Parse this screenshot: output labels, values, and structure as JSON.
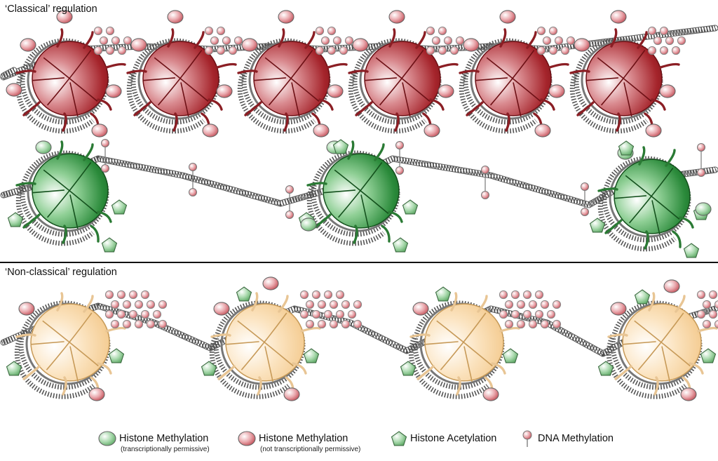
{
  "sections": [
    {
      "title": "‘Classical’ regulation",
      "rows": [
        "repressed",
        "active"
      ]
    },
    {
      "title": "‘Non-classical’ regulation",
      "rows": [
        "non-classical"
      ]
    }
  ],
  "rows": {
    "repressed": {
      "nucleosome_count": 6,
      "histone_color": "#a5242b",
      "tail_color": "#8b1e24",
      "marks": [
        "histone-methylation-not-permissive",
        "dna-methylation"
      ]
    },
    "active": {
      "nucleosome_count": 3,
      "histone_color": "#2a8a3a",
      "tail_color": "#2a7a34",
      "marks": [
        "histone-methylation-permissive",
        "histone-acetylation",
        "dna-methylation"
      ]
    },
    "non-classical": {
      "nucleosome_count": 4,
      "histone_color": "#f3c98d",
      "tail_color": "#e8c594",
      "marks": [
        "histone-methylation-not-permissive",
        "histone-acetylation",
        "dna-methylation"
      ]
    }
  },
  "legend": [
    {
      "icon": "green-circle-icon",
      "label": "Histone Methylation",
      "sublabel": "(transcriptionally permissive)",
      "color": "#66b36b"
    },
    {
      "icon": "red-circle-icon",
      "label": "Histone Methylation",
      "sublabel": "(not transcriptionally permissive)",
      "color": "#c94a55"
    },
    {
      "icon": "green-pentagon-icon",
      "label": "Histone Acetylation",
      "color": "#5fa866"
    },
    {
      "icon": "lollipop-icon",
      "label": "DNA Methylation",
      "color": "#d98a8f"
    }
  ]
}
